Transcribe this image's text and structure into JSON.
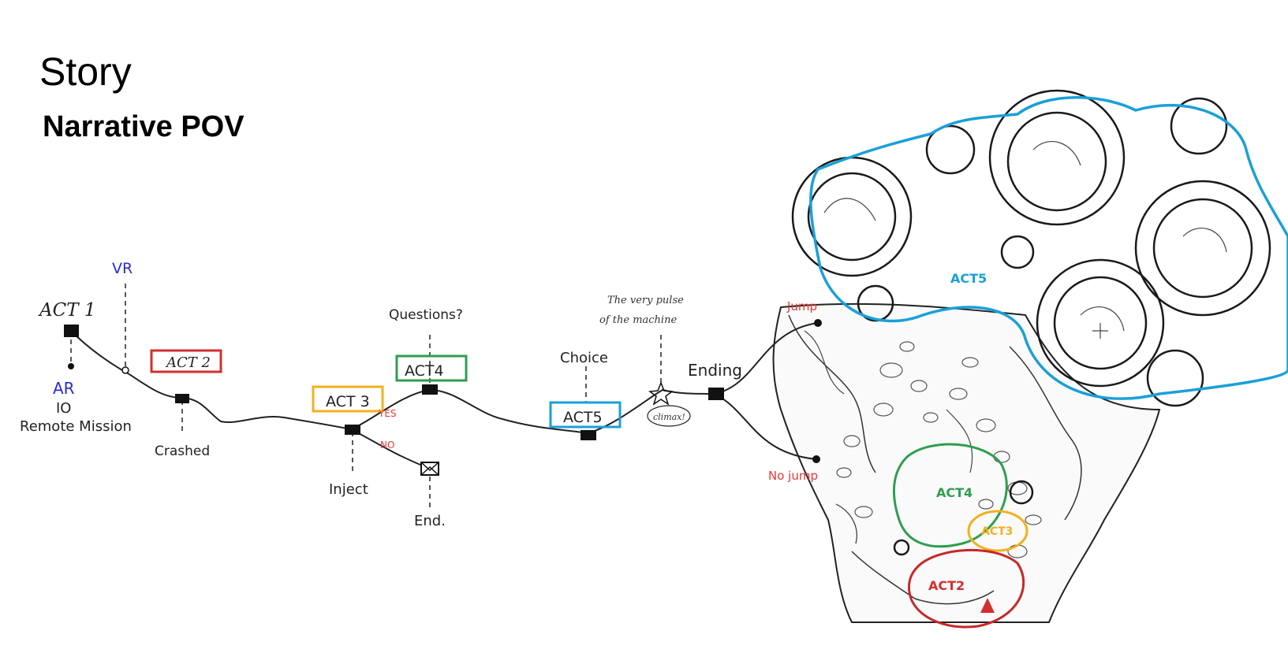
{
  "header": {
    "title": "Story",
    "subtitle": "Narrative POV"
  },
  "timeline": {
    "act1": "ACT 1",
    "act2": "ACT 2",
    "act3": "ACT 3",
    "act4": "ACT4",
    "act5": "ACT5",
    "vr": "VR",
    "ar": "AR",
    "io": "IO",
    "remote_mission": "Remote Mission",
    "crashed": "Crashed",
    "inject": "Inject",
    "yes": "YES",
    "no": "NO",
    "end": "End.",
    "questions": "Questions?",
    "choice": "Choice",
    "note_line1": "The very pulse",
    "note_line2": "of the machine",
    "climax": "climax!",
    "ending": "Ending",
    "jump": "Jump",
    "no_jump": "No jump"
  },
  "map": {
    "act5": "ACT5",
    "act4": "ACT4",
    "act3": "ACT3",
    "act2": "ACT2"
  },
  "colors": {
    "act2": "#d32f2f",
    "act3": "#f2b01e",
    "act4": "#2e9e4f",
    "act5": "#1aa0d8",
    "vr_ar": "#2a2ad8",
    "jump": "#e53935"
  }
}
